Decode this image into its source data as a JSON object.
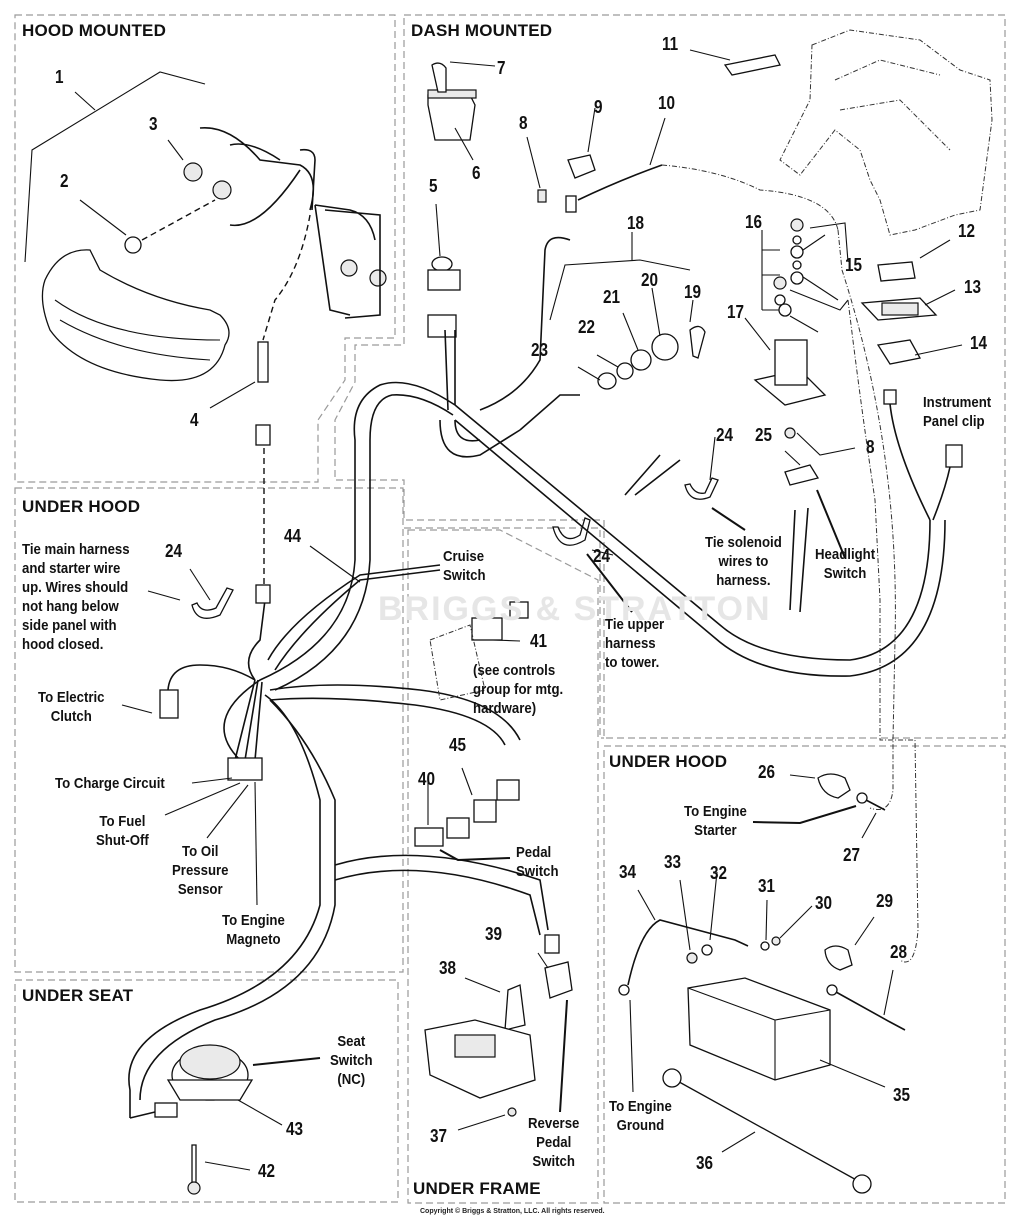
{
  "sections": {
    "hood_mounted": "HOOD MOUNTED",
    "dash_mounted": "DASH MOUNTED",
    "under_hood_left": "UNDER HOOD",
    "under_hood_right": "UNDER HOOD",
    "under_seat": "UNDER SEAT",
    "under_frame": "UNDER FRAME"
  },
  "callouts": {
    "c1": "1",
    "c2": "2",
    "c3": "3",
    "c4": "4",
    "c5": "5",
    "c6": "6",
    "c7": "7",
    "c8a": "8",
    "c8b": "8",
    "c9": "9",
    "c10": "10",
    "c11": "11",
    "c12": "12",
    "c13": "13",
    "c14": "14",
    "c15": "15",
    "c16": "16",
    "c17": "17",
    "c18": "18",
    "c19": "19",
    "c20": "20",
    "c21": "21",
    "c22": "22",
    "c23": "23",
    "c24a": "24",
    "c24b": "24",
    "c24c": "24",
    "c25": "25",
    "c26": "26",
    "c27": "27",
    "c28": "28",
    "c29": "29",
    "c30": "30",
    "c31": "31",
    "c32": "32",
    "c33": "33",
    "c34": "34",
    "c35": "35",
    "c36": "36",
    "c37": "37",
    "c38": "38",
    "c39": "39",
    "c40": "40",
    "c41": "41",
    "c42": "42",
    "c43": "43",
    "c44": "44",
    "c45": "45"
  },
  "notes": {
    "instrument_panel_clip": "Instrument\nPanel clip",
    "tie_main_harness": "Tie main harness\nand starter wire\nup. Wires should\nnot hang below\nside panel with\nhood closed.",
    "to_electric_clutch": "To Electric\nClutch",
    "to_charge_circuit": "To Charge Circuit",
    "to_fuel_shutoff": "To Fuel\nShut-Off",
    "to_oil_pressure": "To Oil\nPressure\nSensor",
    "to_engine_magneto": "To Engine\nMagneto",
    "cruise_switch": "Cruise\nSwitch",
    "see_controls_group": "(see controls\ngroup for mtg.\nhardware)",
    "tie_upper_harness": "Tie upper\nharness\nto tower.",
    "tie_solenoid": "Tie solenoid\nwires to\nharness.",
    "headlight_switch": "Headlight\nSwitch",
    "pedal_switch": "Pedal\nSwitch",
    "to_engine_starter": "To Engine\nStarter",
    "to_engine_ground": "To Engine\nGround",
    "seat_switch": "Seat\nSwitch\n(NC)",
    "reverse_pedal_switch": "Reverse\nPedal\nSwitch"
  },
  "watermark": "BRIGGS & STRATTON",
  "copyright": "Copyright © Briggs & Stratton, LLC. All rights reserved."
}
